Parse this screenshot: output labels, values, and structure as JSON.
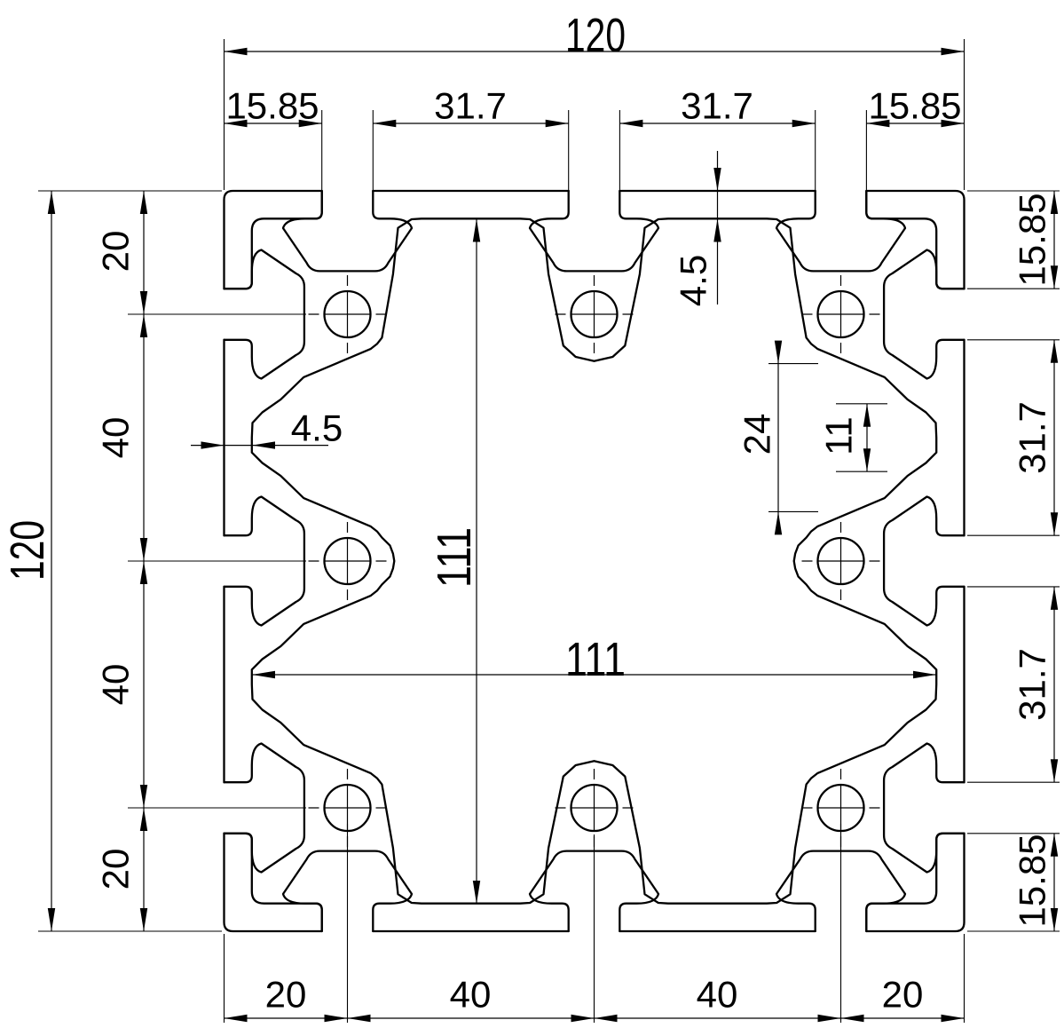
{
  "page": {
    "background": "#ffffff",
    "line_color": "#000000"
  },
  "drawing": {
    "type": "technical-cross-section",
    "dims": {
      "overall_top": "120",
      "overall_left": "120",
      "top_flats": [
        "15.85",
        "31.7",
        "31.7",
        "15.85"
      ],
      "right_flats": [
        "15.85",
        "31.7",
        "31.7",
        "15.85"
      ],
      "left_pitch": [
        "20",
        "40",
        "40",
        "20"
      ],
      "bottom_pitch": [
        "20",
        "40",
        "40",
        "20"
      ],
      "inner_height": "111",
      "inner_width": "111",
      "wall_top": "4.5",
      "wall_left": "4.5",
      "pocket_mouth": "24",
      "pocket_throat": "11"
    }
  }
}
